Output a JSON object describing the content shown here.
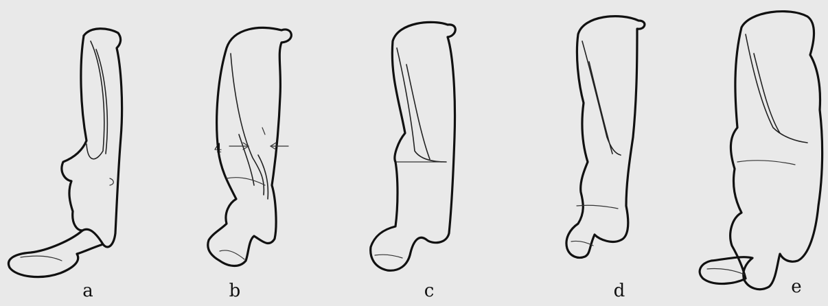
{
  "figures": [
    {
      "id": "a",
      "label": "a"
    },
    {
      "id": "b",
      "label": "b"
    },
    {
      "id": "c",
      "label": "c"
    },
    {
      "id": "d",
      "label": "d"
    },
    {
      "id": "e",
      "label": "e"
    }
  ],
  "annotations": {
    "b_marker": "4"
  },
  "colors": {
    "background": "#e9e9e9",
    "ink": "#111111"
  }
}
